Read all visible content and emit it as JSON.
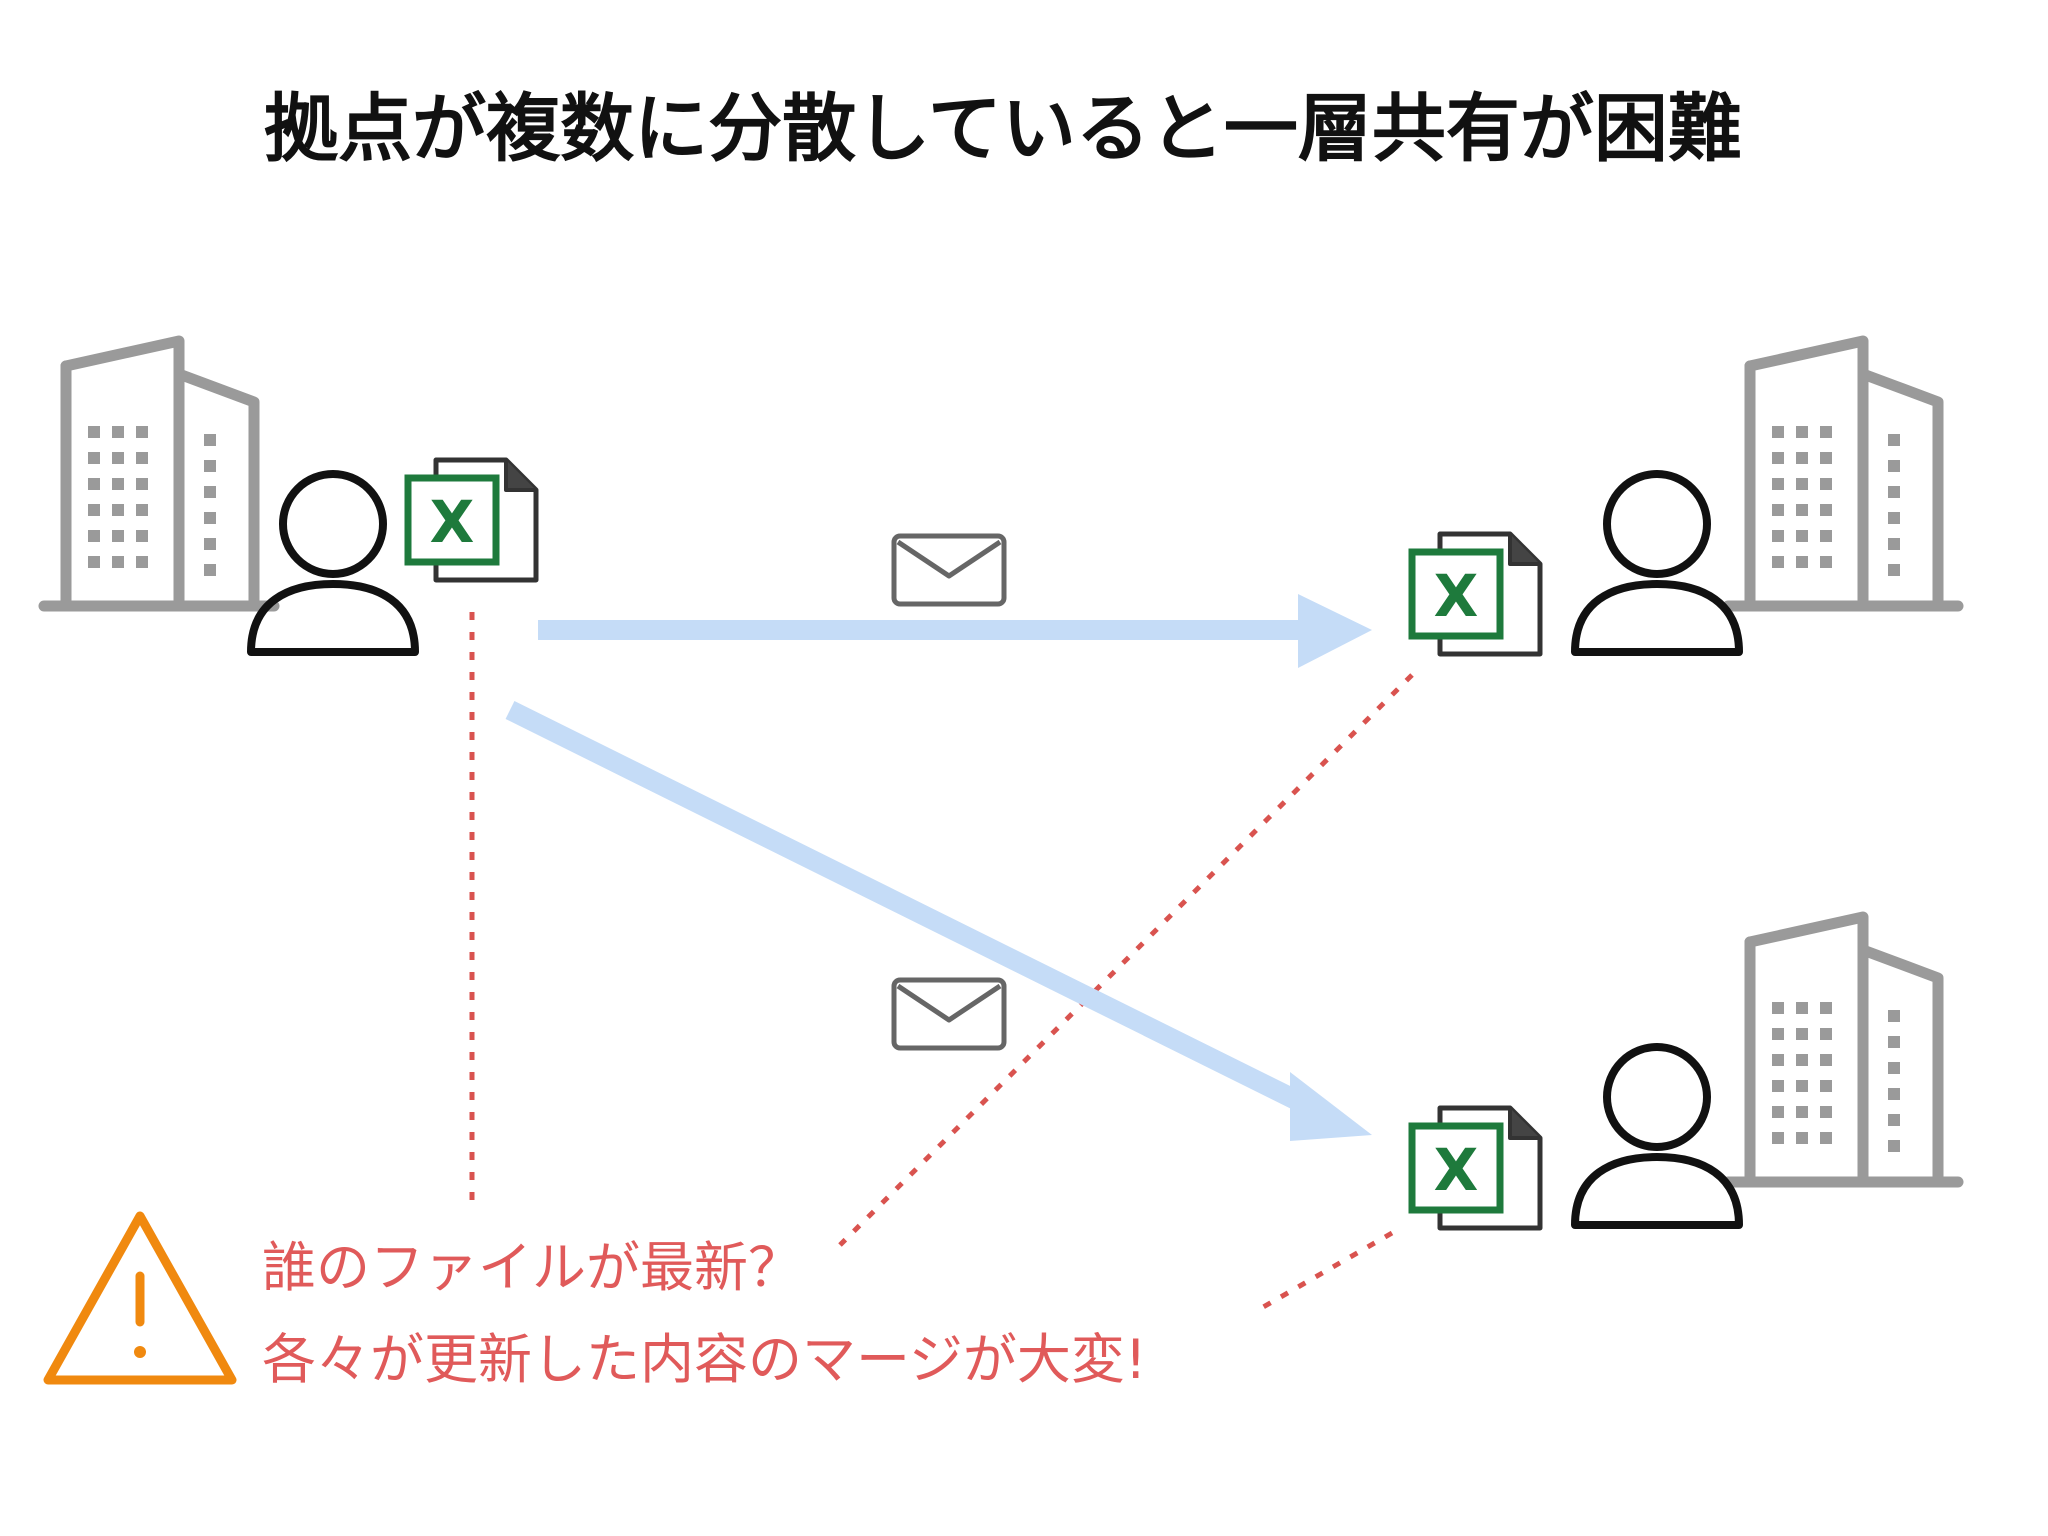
{
  "title": "拠点が複数に分散していると一層共有が困難",
  "warning": {
    "line1": "誰のファイルが最新？",
    "line2": "各々が更新した内容のマージが大変!"
  },
  "excel_letter": "X",
  "icons": {
    "building": "building-icon",
    "person": "person-icon",
    "excel_file": "excel-file-icon",
    "mail": "mail-envelope-icon",
    "warning": "warning-triangle-icon"
  },
  "colors": {
    "arrow": "#c5dcf7",
    "dotted_line": "#d9534f",
    "warning_text": "#e05a5a",
    "warning_icon": "#f0890f",
    "building": "#9a9a9a",
    "excel_green": "#1e7a3c",
    "person": "#111111"
  }
}
